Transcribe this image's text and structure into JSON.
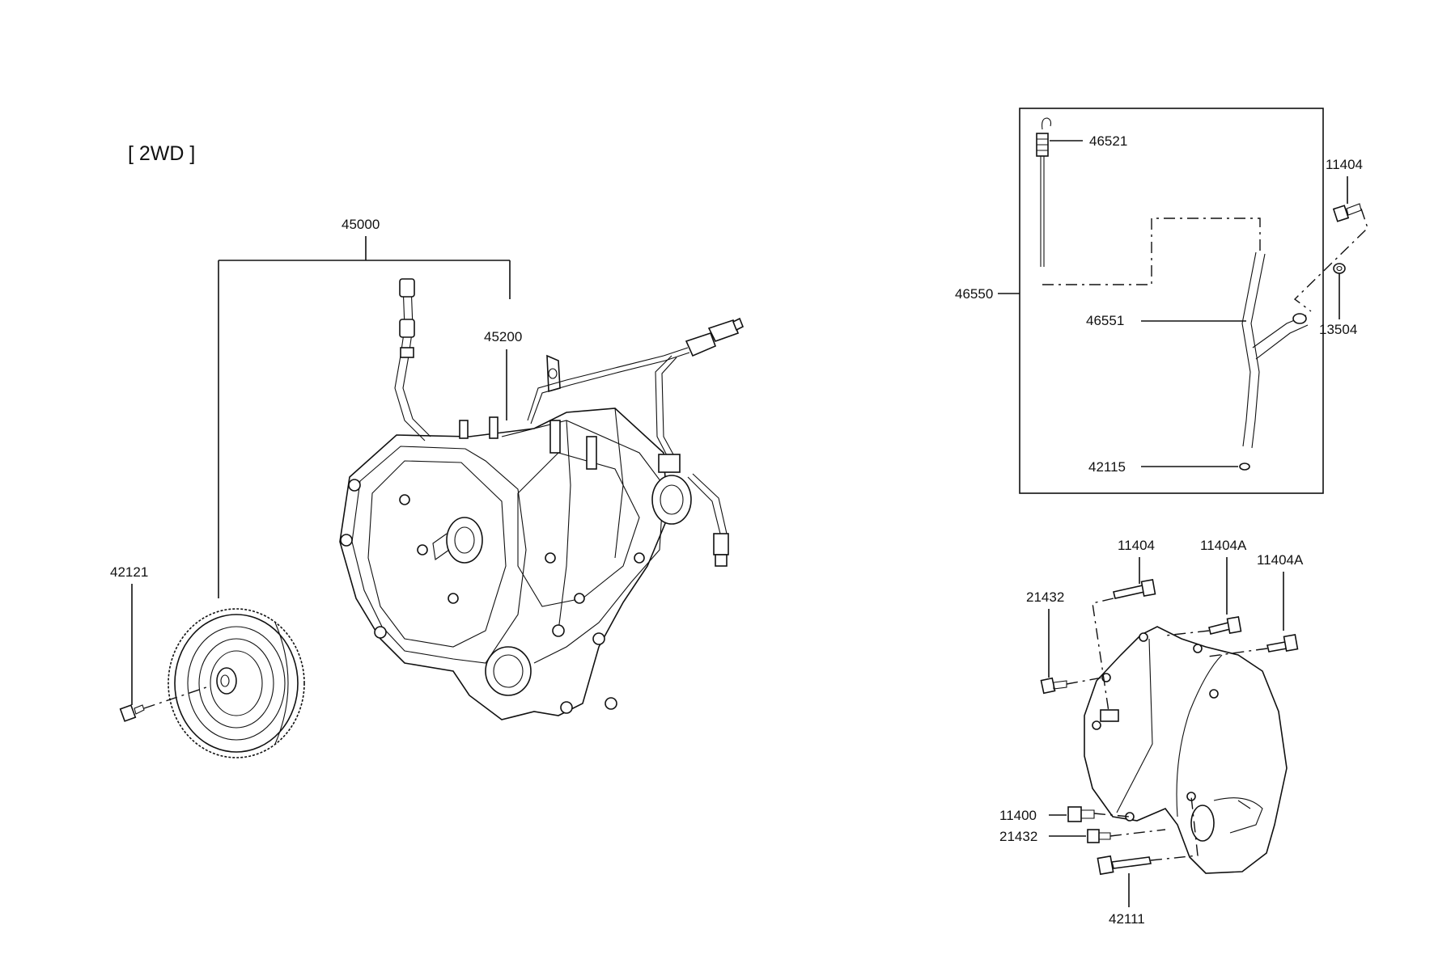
{
  "title": "[ 2WD ]",
  "callouts": {
    "c45000": "45000",
    "c45200": "45200",
    "c42121": "42121",
    "c46521": "46521",
    "c46550": "46550",
    "c46551": "46551",
    "c42115": "42115",
    "c11404_top": "11404",
    "c13504": "13504",
    "c11404_cover": "11404",
    "c11404A_1": "11404A",
    "c11404A_2": "11404A",
    "c21432_upper": "21432",
    "c11400": "11400",
    "c21432_lower": "21432",
    "c42111": "42111"
  }
}
